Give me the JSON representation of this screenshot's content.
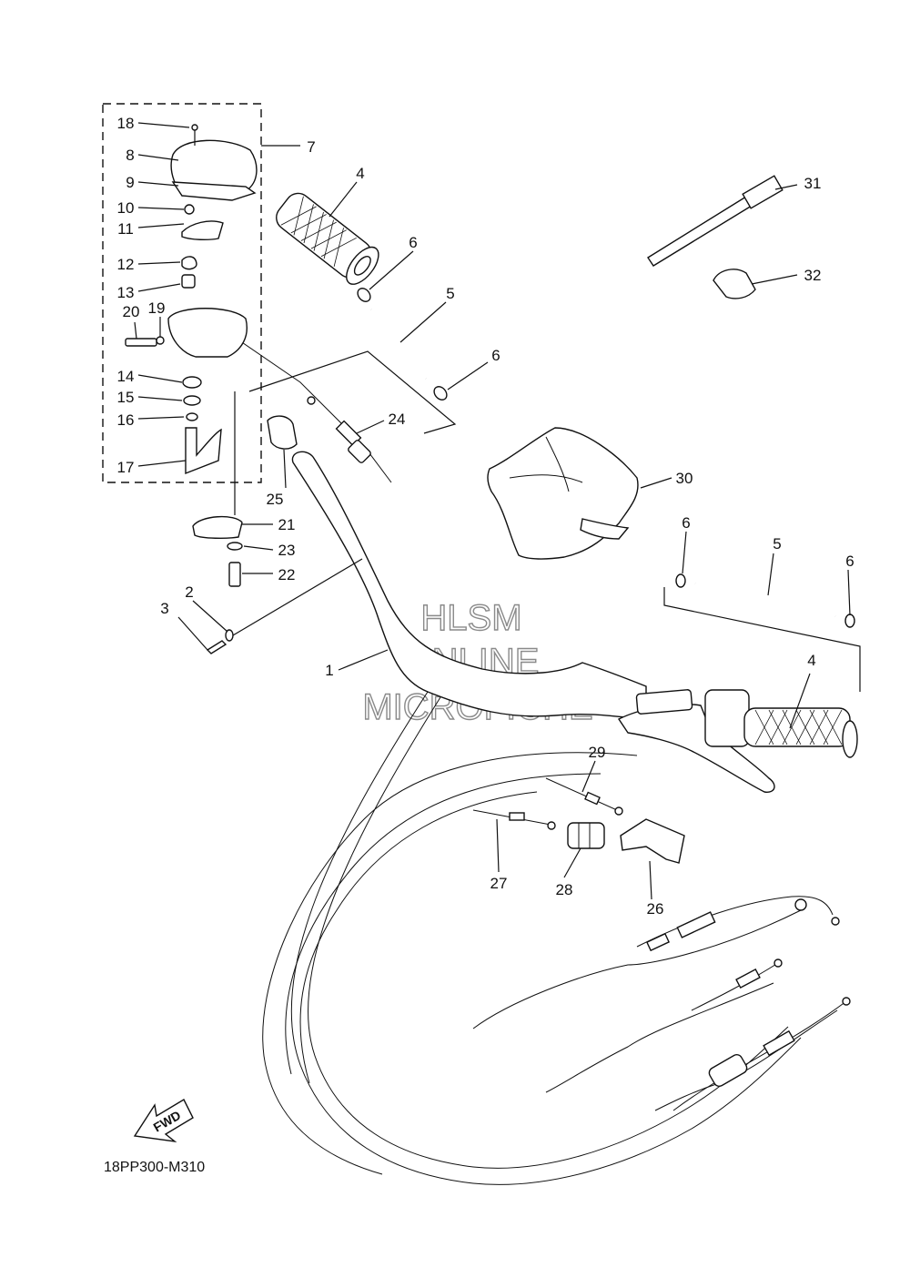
{
  "diagram": {
    "drawing_code": "18PP300-M310",
    "fwd_arrow_text": "FWD",
    "watermark": [
      "HLSM",
      "ONLINE",
      "MICROFICHE"
    ],
    "callouts": {
      "c1": "1",
      "c2": "2",
      "c3": "3",
      "c4a": "4",
      "c4b": "4",
      "c5a": "5",
      "c5b": "5",
      "c6a": "6",
      "c6b": "6",
      "c6c": "6",
      "c6d": "6",
      "c7": "7",
      "c8": "8",
      "c9": "9",
      "c10": "10",
      "c11": "11",
      "c12": "12",
      "c13": "13",
      "c14": "14",
      "c15": "15",
      "c16": "16",
      "c17": "17",
      "c18": "18",
      "c19": "19",
      "c20": "20",
      "c21": "21",
      "c22": "22",
      "c23": "23",
      "c24": "24",
      "c25": "25",
      "c26": "26",
      "c27": "27",
      "c28": "28",
      "c29": "29",
      "c30": "30",
      "c31": "31",
      "c32": "32"
    }
  }
}
